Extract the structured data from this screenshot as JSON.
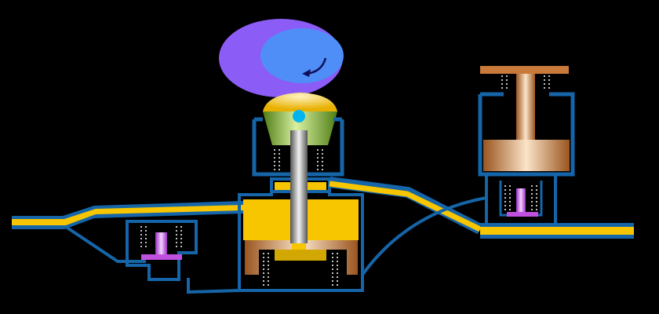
{
  "diagram": {
    "colors": {
      "background": "#000000",
      "housing_outline": "#1565a8",
      "fuel_yellow": "#f7c600",
      "cam_outer": "#8b5cf6",
      "cam_inner": "#4f8ef7",
      "cam_arrow": "#10105a",
      "pump_cap": "#f2c744",
      "tappet_green": "#7ab52e",
      "plunger_gray": "#a0a0a0",
      "spring_white": "#ffffff",
      "piston_copper": "#c97a3a",
      "valve_violet": "#c050e0",
      "jet_cyan": "#00b4f0"
    },
    "components": [
      "cam",
      "pump-tappet",
      "pump-plunger",
      "plunger-chamber",
      "delivery-valve",
      "inlet-valve",
      "accumulator-piston",
      "fuel-inlet-line",
      "fuel-outlet-line"
    ]
  }
}
